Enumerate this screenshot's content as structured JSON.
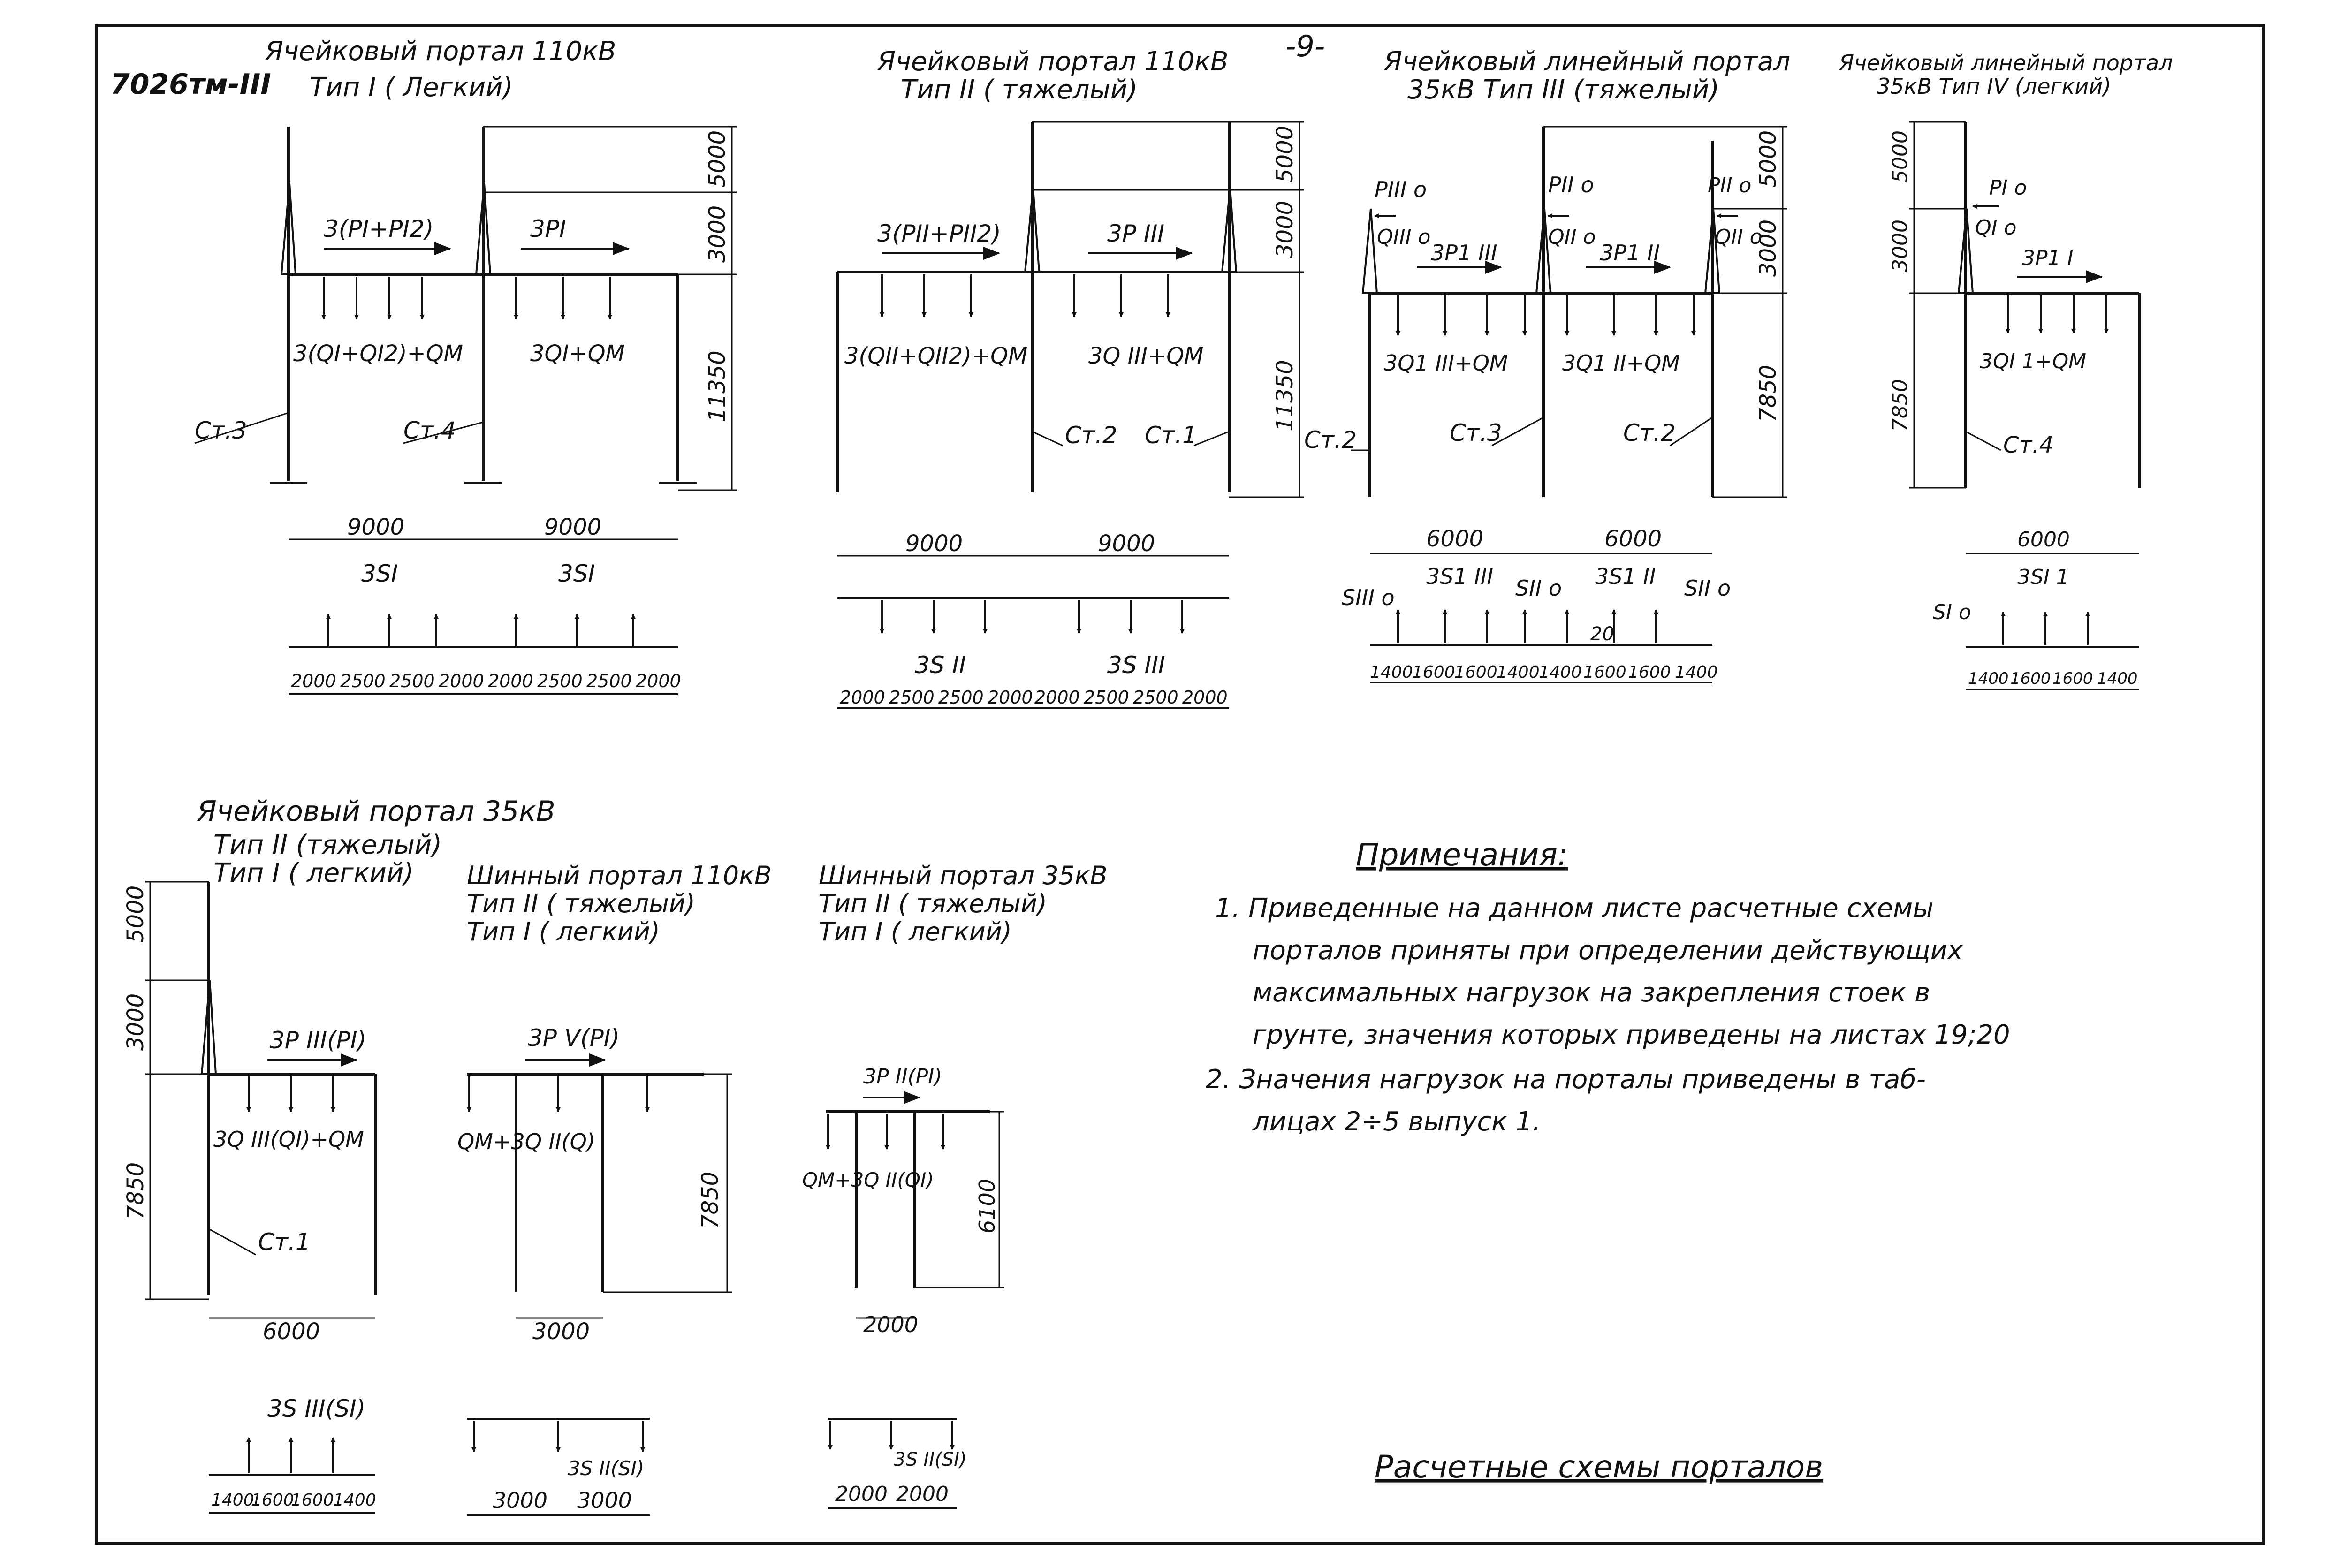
{
  "sheet": {
    "code": "7026тм-III",
    "page_number": "-9-",
    "sheet_title": "Расчетные схемы порталов",
    "line_color": "#111111",
    "background": "#ffffff"
  },
  "notes": {
    "heading": "Примечания:",
    "lines": [
      "1. Приведенные на данном листе расчетные схемы",
      "порталов приняты при определении действующих",
      "максимальных нагрузок на закрепления стоек в",
      "грунте, значения которых приведены на листах 19;20",
      "2. Значения нагрузок на порталы приведены в таб-",
      "лицах 2÷5 выпуск 1."
    ]
  },
  "diagrams": {
    "d1": {
      "title_1": "Ячейковый портал 110кВ",
      "title_2": "Тип I ( Легкий)",
      "dims": [
        "5000",
        "3000",
        "11350",
        "9000",
        "9000"
      ],
      "load_labels": [
        "3(PI+PI2)",
        "3PI",
        "3(QI+QI2)+QM",
        "3QI+QM",
        "3SI",
        "3SI"
      ],
      "members": [
        "Ст.3",
        "Ст.4"
      ],
      "spacing": [
        "2000",
        "2500",
        "2500",
        "2000",
        "2000",
        "2500",
        "2500",
        "2000"
      ]
    },
    "d2": {
      "title_1": "Ячейковый портал 110кВ",
      "title_2": "Тип II ( тяжелый)",
      "dims": [
        "5000",
        "3000",
        "11350",
        "9000",
        "9000"
      ],
      "load_labels": [
        "3(PII+PII2)",
        "3P III",
        "3(QII+QII2)+QM",
        "3Q III+QM",
        "3S II",
        "3S III"
      ],
      "members": [
        "Ст.2",
        "Ст.1"
      ],
      "spacing": [
        "2000",
        "2500",
        "2500",
        "2000",
        "2000",
        "2500",
        "2500",
        "2000"
      ]
    },
    "d3": {
      "title_1": "Ячейковый линейный портал",
      "title_2": "35кВ Тип III (тяжелый)",
      "dims": [
        "5000",
        "3000",
        "7850",
        "6000",
        "6000"
      ],
      "load_labels": [
        "PIII o",
        "QIII o",
        "3P1 III",
        "PII o",
        "QII o",
        "3P1 II",
        "PII o",
        "QII o",
        "3Q1 III+QM",
        "3Q1 II+QM",
        "SIII o",
        "3S1 III",
        "SII o",
        "3S1 II",
        "SII o"
      ],
      "members": [
        "Ст.2",
        "Ст.3",
        "Ст.2"
      ],
      "spacing": [
        "1400",
        "1600",
        "1600",
        "1400",
        "1400",
        "1600",
        "1600",
        "1400"
      ],
      "small_dim": "20"
    },
    "d4": {
      "title_1": "Ячейковый линейный портал",
      "title_2": "35кВ Тип IV (легкий)",
      "dims": [
        "5000",
        "3000",
        "7850",
        "6000"
      ],
      "load_labels": [
        "PI o",
        "QI o",
        "3P1 I",
        "3QI 1+QM",
        "SI o",
        "3SI 1"
      ],
      "members": [
        "Ст.4"
      ],
      "spacing": [
        "1400",
        "1600",
        "1600",
        "1400"
      ]
    },
    "d5": {
      "title_1": "Ячейковый портал 35кВ",
      "title_2": "Тип II (тяжелый)",
      "title_3": "Тип I ( легкий)",
      "dims": [
        "5000",
        "3000",
        "7850",
        "6000"
      ],
      "load_labels": [
        "3P III(PI)",
        "3Q III(QI)+QM",
        "3S III(SI)"
      ],
      "members": [
        "Ст.1"
      ],
      "spacing": [
        "1400",
        "1600",
        "1600",
        "1400"
      ]
    },
    "d6": {
      "title_1": "Шинный портал 110кВ",
      "title_2": "Тип II ( тяжелый)",
      "title_3": "Тип I ( легкий)",
      "dims": [
        "7850",
        "3000"
      ],
      "load_labels": [
        "3P V(PI)",
        "QM+3Q II(Q)",
        "3S II(SI)"
      ],
      "spacing": [
        "3000",
        "3000"
      ]
    },
    "d7": {
      "title_1": "Шинный портал 35кВ",
      "title_2": "Тип II ( тяжелый)",
      "title_3": "Тип I ( легкий)",
      "dims": [
        "6100",
        "2000"
      ],
      "load_labels": [
        "3P II(PI)",
        "QM+3Q II(QI)",
        "3S II(SI)"
      ],
      "spacing": [
        "2000",
        "2000"
      ]
    }
  }
}
